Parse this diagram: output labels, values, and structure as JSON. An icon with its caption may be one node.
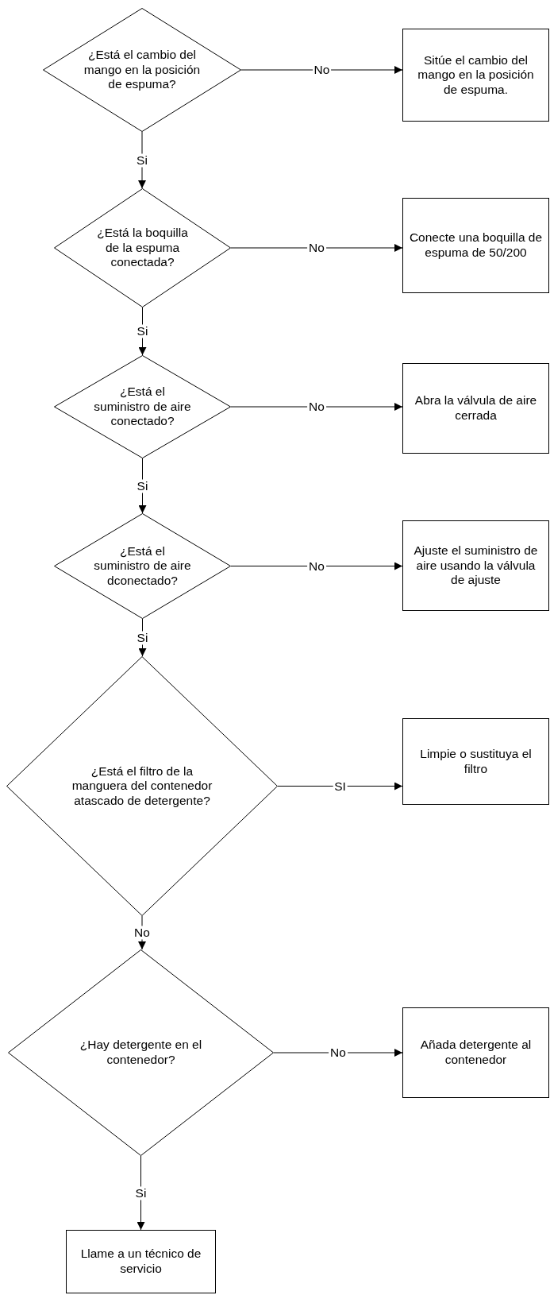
{
  "diagram": {
    "nodes": [
      {
        "text": [
          "¿Está el cambio del mango en la posición de espuma?"
        ]
      },
      {
        "text": [
          "Sitúe el cambio del mango en la posición de espuma."
        ]
      },
      {
        "text": [
          "¿Está la boquilla de la espuma conectada?"
        ]
      },
      {
        "text": [
          "Conecte una boquilla de espuma de 50/200"
        ]
      },
      {
        "text": [
          "¿Está el suministro de aire conectado?"
        ]
      },
      {
        "text": [
          "Abra la válvula de aire cerrada"
        ]
      },
      {
        "text": [
          "¿Está el suministro de aire dconectado?"
        ]
      },
      {
        "text": [
          "Ajuste el suministro de aire usando la válvula de ajuste"
        ]
      },
      {
        "text": [
          "¿Está el filtro de la manguera del contenedor atascado de detergente?"
        ]
      },
      {
        "text": [
          "Limpie o sustituya el filtro"
        ]
      },
      {
        "text": [
          "¿Hay detergente en el contenedor?"
        ]
      },
      {
        "text": [
          "Añada detergente al contenedor"
        ]
      },
      {
        "text": [
          "Llame a un técnico de servicio"
        ]
      }
    ],
    "edges": [
      {
        "from": 0,
        "to": 1,
        "arrow": "to",
        "label": "No"
      },
      {
        "from": 0,
        "to": 2,
        "arrow": "to",
        "label": "Si"
      },
      {
        "from": 2,
        "to": 3,
        "arrow": "to",
        "label": "No"
      },
      {
        "from": 2,
        "to": 4,
        "arrow": "to",
        "label": "Si"
      },
      {
        "from": 4,
        "to": 5,
        "arrow": "to",
        "label": "No"
      },
      {
        "from": 4,
        "to": 6,
        "arrow": "to",
        "label": "Si"
      },
      {
        "from": 6,
        "to": 7,
        "arrow": "to",
        "label": "No"
      },
      {
        "from": 6,
        "to": 8,
        "arrow": "to",
        "label": "Si"
      },
      {
        "from": 8,
        "to": 9,
        "arrow": "to",
        "label": "SI"
      },
      {
        "from": 8,
        "to": 10,
        "arrow": "to",
        "label": "No"
      },
      {
        "from": 10,
        "to": 11,
        "arrow": "to",
        "label": "No"
      },
      {
        "from": 10,
        "to": 12,
        "arrow": "to",
        "label": "Si"
      }
    ]
  }
}
